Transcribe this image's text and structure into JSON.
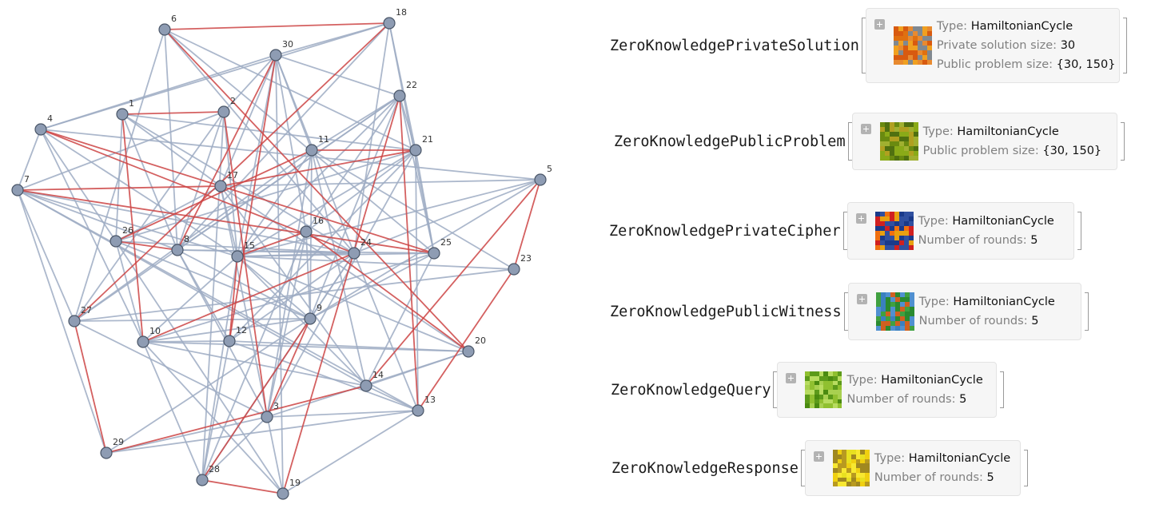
{
  "graph": {
    "vertices": [
      {
        "id": "1"
      },
      {
        "id": "2"
      },
      {
        "id": "3"
      },
      {
        "id": "4"
      },
      {
        "id": "5"
      },
      {
        "id": "6"
      },
      {
        "id": "7"
      },
      {
        "id": "8"
      },
      {
        "id": "9"
      },
      {
        "id": "10"
      },
      {
        "id": "11"
      },
      {
        "id": "12"
      },
      {
        "id": "13"
      },
      {
        "id": "14"
      },
      {
        "id": "15"
      },
      {
        "id": "16"
      },
      {
        "id": "17"
      },
      {
        "id": "18"
      },
      {
        "id": "19"
      },
      {
        "id": "20"
      },
      {
        "id": "21"
      },
      {
        "id": "22"
      },
      {
        "id": "23"
      },
      {
        "id": "24"
      },
      {
        "id": "25"
      },
      {
        "id": "26"
      },
      {
        "id": "27"
      },
      {
        "id": "28"
      },
      {
        "id": "29"
      },
      {
        "id": "30"
      }
    ],
    "hamiltonian_cycle": [
      "6",
      "18",
      "27",
      "29",
      "14",
      "5",
      "23",
      "13",
      "22",
      "19",
      "28",
      "9",
      "3",
      "2",
      "1",
      "10",
      "24",
      "4",
      "25",
      "7",
      "17",
      "21",
      "11",
      "26",
      "8",
      "30",
      "12",
      "15",
      "16",
      "20",
      "6"
    ],
    "colors": {
      "vertex_fill": "#8e9cb3",
      "vertex_stroke": "#4a5668",
      "edge": "#9eacc3",
      "cycle_edge": "#cc4444"
    }
  },
  "objects": [
    {
      "head": "ZeroKnowledgePrivateSolution",
      "fields": [
        {
          "label": "Type: ",
          "value": "HamiltonianCycle"
        },
        {
          "label": "Private solution size: ",
          "value": "30"
        },
        {
          "label": "Public problem size: ",
          "value": "{30, 150}"
        }
      ],
      "palette": [
        "#e07010",
        "#f0a020",
        "#808890",
        "#d85a10",
        "#e88a30"
      ]
    },
    {
      "head": "ZeroKnowledgePublicProblem",
      "fields": [
        {
          "label": "Type: ",
          "value": "HamiltonianCycle"
        },
        {
          "label": "Public problem size: ",
          "value": "{30, 150}"
        }
      ],
      "palette": [
        "#6a8a10",
        "#8aaa18",
        "#b0a020",
        "#507010",
        "#a0b030"
      ]
    },
    {
      "head": "ZeroKnowledgePrivateCipher",
      "fields": [
        {
          "label": "Type: ",
          "value": "HamiltonianCycle"
        },
        {
          "label": "Number of rounds: ",
          "value": "5"
        }
      ],
      "palette": [
        "#e8a010",
        "#d02020",
        "#1a3a8a",
        "#f07010",
        "#3050a0"
      ]
    },
    {
      "head": "ZeroKnowledgePublicWitness",
      "fields": [
        {
          "label": "Type: ",
          "value": "HamiltonianCycle"
        },
        {
          "label": "Number of rounds: ",
          "value": "5"
        }
      ],
      "palette": [
        "#2a8a30",
        "#3a80c0",
        "#d06020",
        "#5090d0",
        "#40a040"
      ]
    },
    {
      "head": "ZeroKnowledgeQuery",
      "fields": [
        {
          "label": "Type: ",
          "value": "HamiltonianCycle"
        },
        {
          "label": "Number of rounds: ",
          "value": "5"
        }
      ],
      "palette": [
        "#4a8a10",
        "#90c030",
        "#b8dc60",
        "#5c9a1a",
        "#a8d050"
      ]
    },
    {
      "head": "ZeroKnowledgeResponse",
      "fields": [
        {
          "label": "Type: ",
          "value": "HamiltonianCycle"
        },
        {
          "label": "Number of rounds: ",
          "value": "5"
        }
      ],
      "palette": [
        "#f0d010",
        "#b89a20",
        "#e8e020",
        "#a08820",
        "#f8e830"
      ]
    }
  ]
}
